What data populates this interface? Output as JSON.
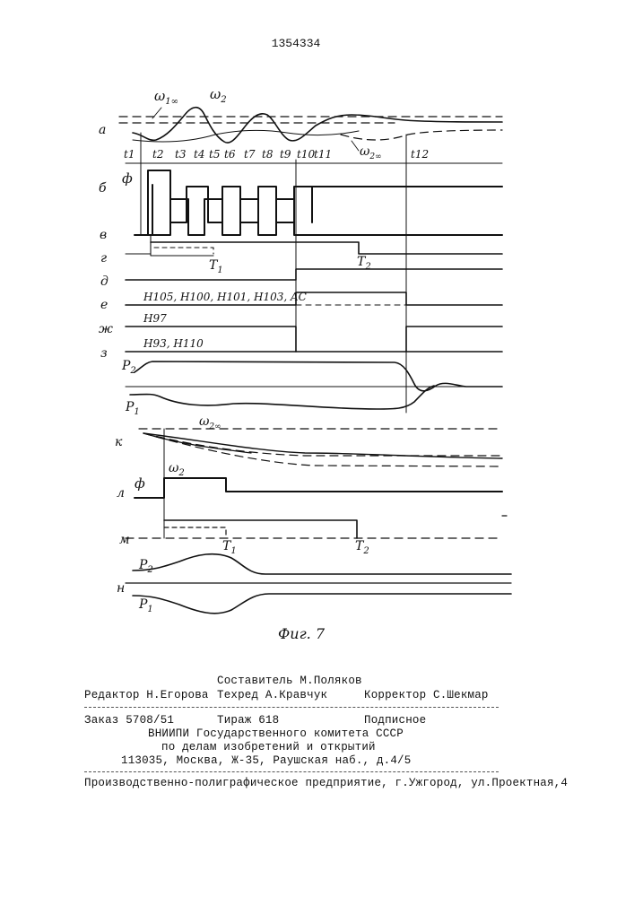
{
  "patent_number": "1354334",
  "figure": {
    "caption": "Фиг. 7",
    "row_labels_top": [
      "а",
      "б",
      "в",
      "г",
      "д",
      "е",
      "ж",
      "з"
    ],
    "row_labels_bottom": [
      "к",
      "л",
      "м",
      "н"
    ],
    "omega1inf": "ω",
    "omega1inf_sub": "1∞",
    "omega2": "ω",
    "omega2_sub": "2",
    "omega2inf": "ω",
    "omega2inf_sub": "2∞",
    "phi": "ф",
    "P1": "P",
    "P1_sub": "1",
    "P2": "P",
    "P2_sub": "2",
    "T1": "T",
    "T1_sub": "1",
    "T2": "T",
    "T2_sub": "2",
    "t_labels": [
      "t1",
      "t2",
      "t3",
      "t4",
      "t5",
      "t6",
      "t7",
      "t8",
      "t9",
      "t10",
      "t11",
      "t12"
    ],
    "signal_e": "H105, H100, H101, H103, AC",
    "signal_zh": "H97",
    "signal_z": "H93, H110"
  },
  "imprint": {
    "compiler": "Составитель М.Поляков",
    "editor": "Редактор Н.Егорова",
    "techred": "Техред А.Кравчук",
    "corrector": "Корректор С.Шекмар",
    "order": "Заказ 5708/51",
    "circulation": "Тираж 618",
    "subscription": "Подписное",
    "institute": "ВНИИПИ Государственного комитета СССР",
    "department": "по делам изобретений и открытий",
    "address": "113035, Москва, Ж-35, Раушская наб., д.4/5",
    "printer": "Производственно-полиграфическое предприятие, г.Ужгород, ул.Проектная,4"
  }
}
